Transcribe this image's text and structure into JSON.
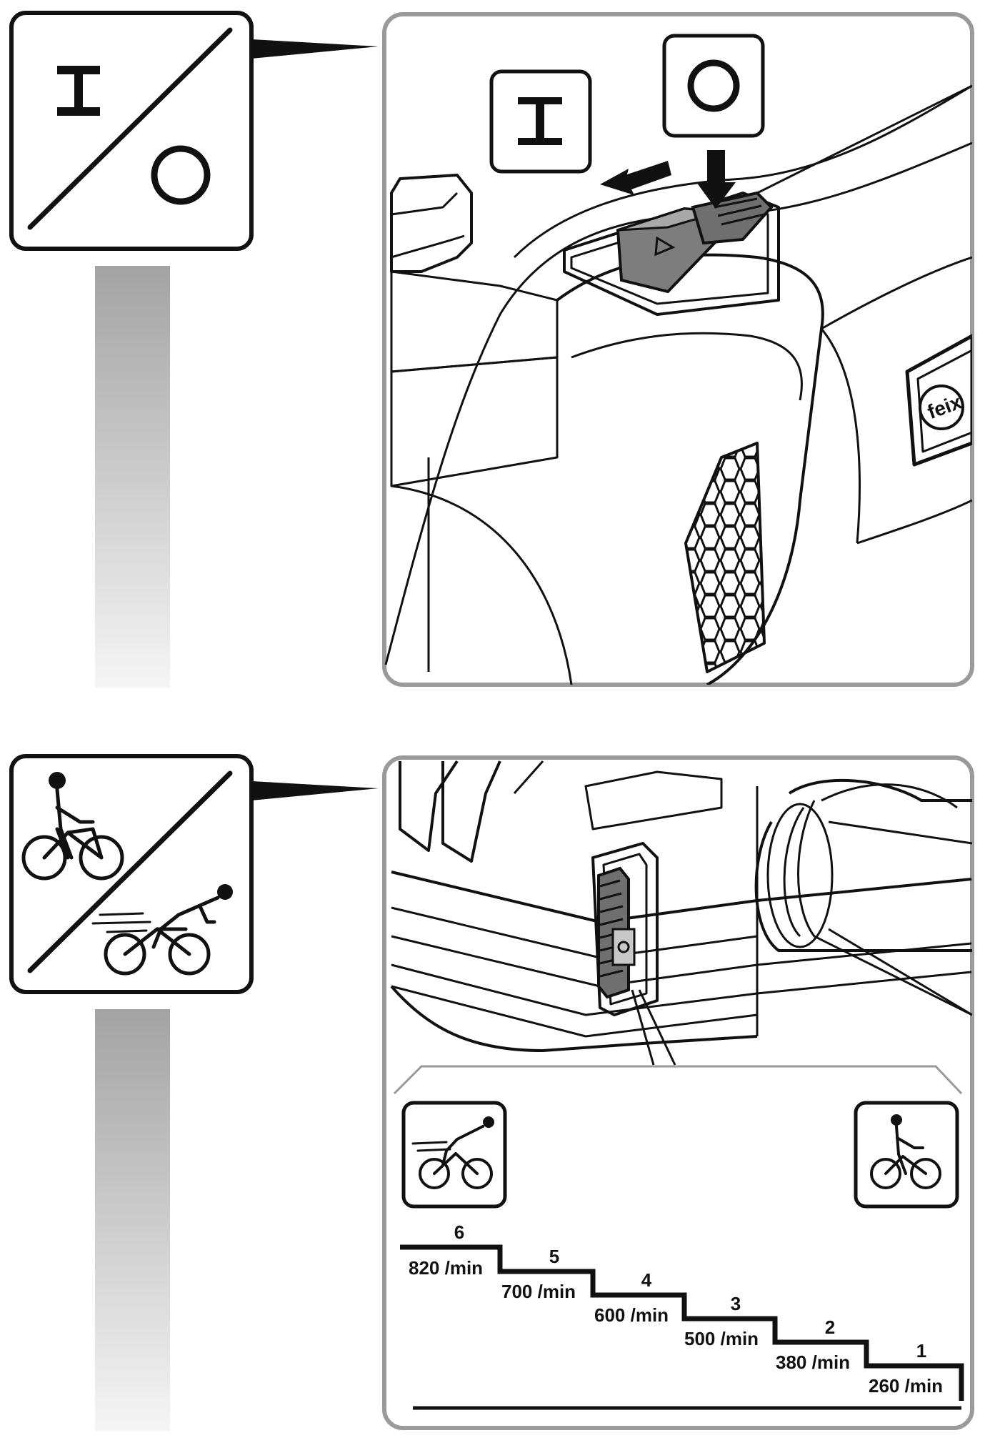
{
  "power_switch": {
    "on_symbol": "I",
    "off_symbol": "O",
    "icon_on": "power-on-icon",
    "icon_off": "power-off-icon",
    "brand_mark": "feix"
  },
  "speed_selector": {
    "icon_slow": "slow-cyclist-icon",
    "icon_fast": "fast-cyclist-icon",
    "steps": [
      {
        "level": "6",
        "speed": "820 /min"
      },
      {
        "level": "5",
        "speed": "700 /min"
      },
      {
        "level": "4",
        "speed": "600 /min"
      },
      {
        "level": "3",
        "speed": "500 /min"
      },
      {
        "level": "2",
        "speed": "380 /min"
      },
      {
        "level": "1",
        "speed": "260 /min"
      }
    ]
  },
  "colors": {
    "line": "#111111",
    "frame": "#9a9a9a",
    "gradient_top": "#a6a6a6",
    "gradient_bottom": "#f4f4f4",
    "switch_fill": "#808080"
  }
}
